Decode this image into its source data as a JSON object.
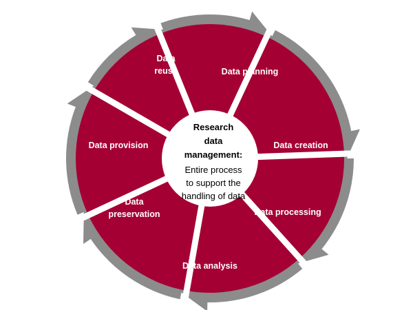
{
  "colors": {
    "segment": "#a50034",
    "arrow": "#8c8c8c",
    "gap": "#ffffff",
    "center": "#ffffff",
    "label": "#ffffff",
    "center_text": "#000000"
  },
  "segments": [
    {
      "id": "data-planning",
      "label": [
        "Data planning"
      ]
    },
    {
      "id": "data-creation",
      "label": [
        "Data creation"
      ]
    },
    {
      "id": "data-processing",
      "label": [
        "Data processing"
      ]
    },
    {
      "id": "data-analysis",
      "label": [
        "Data analysis"
      ]
    },
    {
      "id": "data-preservation",
      "label": [
        "Data",
        "preservation"
      ]
    },
    {
      "id": "data-provision",
      "label": [
        "Data provision"
      ]
    },
    {
      "id": "data-reuse",
      "label": [
        "Data",
        "reuse"
      ]
    }
  ],
  "center": {
    "title": [
      "Research",
      "data",
      "management:"
    ],
    "body": [
      "Entire process",
      "to support the",
      "handling of data"
    ]
  }
}
